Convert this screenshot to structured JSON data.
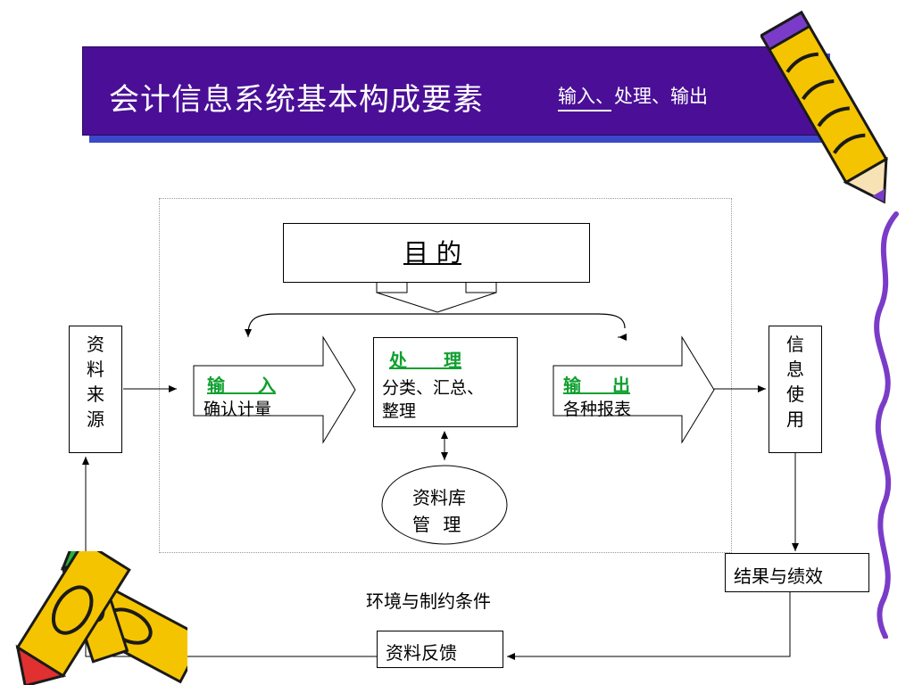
{
  "title": {
    "main": "会计信息系统基本构成要素",
    "sub": "输入、处理、输出"
  },
  "purpose": {
    "label": "目 的"
  },
  "source": {
    "chars": [
      "资",
      "料",
      "来",
      "源"
    ]
  },
  "input": {
    "title": "输 入",
    "desc": "确认计量"
  },
  "process": {
    "title": "处 理",
    "desc_line1": "分类、汇总、",
    "desc_line2": "整理"
  },
  "output": {
    "title": "输 出",
    "desc": "各种报表"
  },
  "usage": {
    "chars": [
      "信",
      "息",
      "使",
      "用"
    ]
  },
  "database": {
    "line1": "资料库",
    "line2": "管 理"
  },
  "result": {
    "label": "结果与绩效"
  },
  "environment": {
    "label": "环境与制约条件"
  },
  "feedback": {
    "label": "资料反馈"
  },
  "colors": {
    "title_bg": "#4a0f96",
    "title_shadow": "#3b49c8",
    "heading_green": "#10a030"
  }
}
